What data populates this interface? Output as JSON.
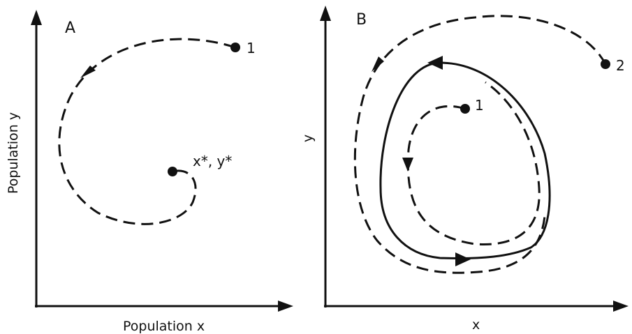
{
  "panel_a": {
    "letter": "A",
    "start_label": "1",
    "equilibrium_label": "x*, y*",
    "x_axis_label": "Population x",
    "y_axis_label": "Population y"
  },
  "panel_b": {
    "letter": "B",
    "inner_start_label": "1",
    "outer_start_label": "2",
    "x_axis_label": "x",
    "y_axis_label": "y"
  }
}
